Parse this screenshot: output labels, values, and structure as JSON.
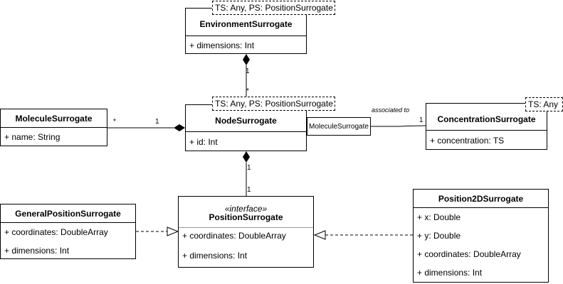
{
  "classes": {
    "environment": {
      "name": "EnvironmentSurrogate",
      "template": "TS: Any, PS: PositionSurrogate",
      "attributes": [
        "+ dimensions: Int"
      ]
    },
    "node": {
      "name": "NodeSurrogate",
      "template": "TS: Any, PS: PositionSurrogate",
      "attributes": [
        "+ id: Int"
      ]
    },
    "molecule": {
      "name": "MoleculeSurrogate",
      "attributes": [
        "+ name: String"
      ]
    },
    "concentration": {
      "name": "ConcentrationSurrogate",
      "template": "TS: Any",
      "attributes": [
        "+ concentration: TS"
      ]
    },
    "position": {
      "stereotype": "«interface»",
      "name": "PositionSurrogate",
      "attributes": [
        "+ coordinates: DoubleArray",
        "+ dimensions: Int"
      ]
    },
    "general_position": {
      "name": "GeneralPositionSurrogate",
      "attributes": [
        "+ coordinates: DoubleArray",
        "+ dimensions: Int"
      ]
    },
    "position2d": {
      "name": "Position2DSurrogate",
      "attributes": [
        "+ x: Double",
        "+ y: Double",
        "+ coordinates: DoubleArray",
        "+ dimensions: Int"
      ]
    }
  },
  "relations": {
    "env_node": {
      "source_mult": "1",
      "target_mult": "*"
    },
    "molecule_node": {
      "source_mult": "*",
      "target_mult": "1"
    },
    "node_position": {
      "source_mult": "1",
      "target_mult": "1"
    },
    "node_concentration": {
      "qualifier": "MoleculeSurrogate",
      "label": "associated to",
      "target_mult": "1"
    }
  }
}
